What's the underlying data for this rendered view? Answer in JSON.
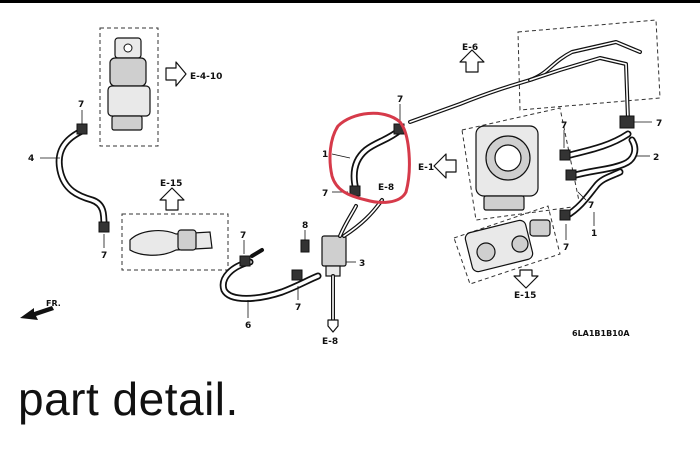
{
  "caption": "part detail.",
  "diagram_code": "6LA1B1B10A",
  "references": {
    "egr": "E-4-10",
    "top": "E-6",
    "left_mid": "E-15",
    "throttle": "E-1",
    "highlight": "E-8",
    "bottom_right": "E-15",
    "bottom_center": "E-8"
  },
  "part_numbers": {
    "n1": "1",
    "n1b": "1",
    "n2": "2",
    "n3": "3",
    "n4": "4",
    "n6": "6",
    "n7": "7",
    "n8": "8"
  },
  "front_label": "FR.",
  "highlight_color": "#d63a4a"
}
